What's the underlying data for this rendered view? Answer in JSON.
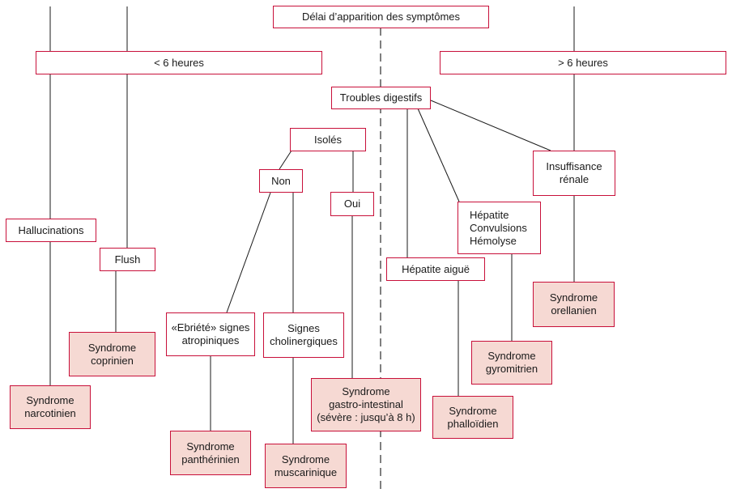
{
  "diagram": {
    "title": "Délai d’apparition des symptômes",
    "lt6": "< 6 heures",
    "gt6": "> 6 heures",
    "troubles": "Troubles digestifs",
    "isoles": "Isolés",
    "non": "Non",
    "oui": "Oui",
    "hallucinations": "Hallucinations",
    "flush": "Flush",
    "ebriete": "«Ebriété» signes\natropiniques",
    "cholinergiques": "Signes\ncholinergiques",
    "insuffisance": "Insuffisance\nrénale",
    "hepatite_group": "Hépatite\nConvulsions\nHémolyse",
    "hepatite_aigue": "Hépatite aiguë",
    "syn_narcotinien": "Syndrome\nnarcotinien",
    "syn_coprinien": "Syndrome\ncoprinien",
    "syn_pantherinien": "Syndrome\npanthérinien",
    "syn_muscarinique": "Syndrome\nmuscarinique",
    "syn_gastro": "Syndrome\ngastro-intestinal\n(sévère : jusqu’à 8 h)",
    "syn_phalloidien": "Syndrome\nphalloïdien",
    "syn_gyromitrien": "Syndrome\ngyromitrien",
    "syn_orellanien": "Syndrome\norellanien"
  },
  "colors": {
    "border": "#c8103a",
    "syndrome_fill": "#f6d9d3",
    "line": "#1a1a1a",
    "divider": "#555555"
  }
}
